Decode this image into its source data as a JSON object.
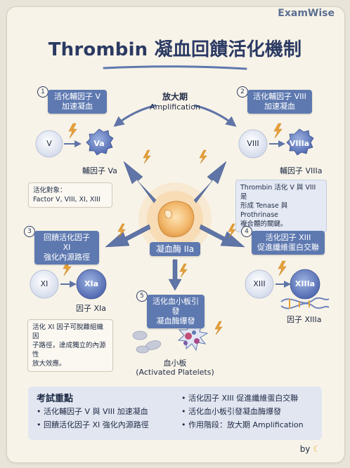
{
  "brand": "ExamWise",
  "title": "Thrombin 凝血回饋活化機制",
  "center": {
    "top_label": "放大期",
    "top_sublabel": "Amplification",
    "enzyme_label": "凝血酶 IIa"
  },
  "sections": [
    {
      "num": "1",
      "title_line1": "活化輔因子 V",
      "title_line2": "加速凝血",
      "from": "V",
      "to": "Va",
      "caption": "輔因子 Va",
      "note": [
        "活化對象：",
        "Factor V, VIII, XI, XIII"
      ]
    },
    {
      "num": "2",
      "title_line1": "活化輔因子 VIII",
      "title_line2": "加速凝血",
      "from": "VIII",
      "to": "VIIIa",
      "caption": "輔因子 VIIIa",
      "note": [
        "Thrombin 活化 V 與 VIII 是",
        "形成 Tenase 與 Prothrinase",
        "複合體的關鍵。"
      ]
    },
    {
      "num": "3",
      "title_line1": "回饋活化因子 XI",
      "title_line2": "強化內源路徑",
      "from": "XI",
      "to": "XIa",
      "caption": "因子 XIa",
      "note": [
        "活化 XI 因子可脫離組織因",
        "子路徑，達成獨立的內源性",
        "放大效應。"
      ]
    },
    {
      "num": "4",
      "title_line1": "活化因子 XIII",
      "title_line2": "促進纖維蛋白交聯",
      "from": "XIII",
      "to": "XIIIa",
      "caption": "因子 XIIIa"
    },
    {
      "num": "5",
      "title_line1": "活化血小板引發",
      "title_line2": "凝血酶爆發",
      "caption_line1": "血小板",
      "caption_line2": "(Activated Platelets)"
    }
  ],
  "exam": {
    "title": "考試重點",
    "left_items": [
      "活化輔因子 V 與 VIII 加速凝血",
      "回饋活化因子 XI 強化內源路徑"
    ],
    "right_items": [
      "活化因子 XIII 促進纖維蛋白交聯",
      "活化血小板引發凝血酶爆發",
      "作用階段：放大期 Amplification"
    ]
  },
  "byline": "by",
  "colors": {
    "accent": "#5e79b0",
    "arrow": "#5f74a7",
    "enzyme": "#f1b870",
    "spark": "#e8a13a",
    "navy": "#2b3a63"
  }
}
